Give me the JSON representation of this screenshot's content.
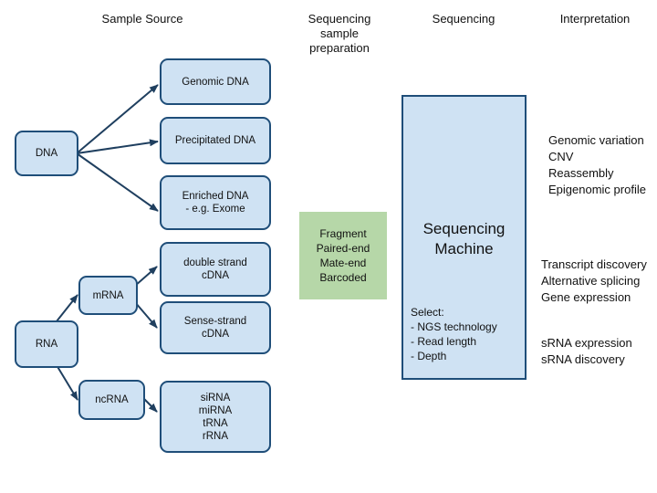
{
  "headers": {
    "sample_source": "Sample Source",
    "prep": "Sequencing\nsample\npreparation",
    "sequencing": "Sequencing",
    "interpretation": "Interpretation"
  },
  "nodes": {
    "dna": "DNA",
    "genomic_dna": "Genomic DNA",
    "precipitated_dna": "Precipitated DNA",
    "enriched_dna": "Enriched DNA\n- e.g. Exome",
    "rna": "RNA",
    "mrna": "mRNA",
    "ncrna": "ncRNA",
    "double_strand": "double strand\ncDNA",
    "sense_strand": "Sense-strand\ncDNA",
    "small_rnas": "siRNA\nmiRNA\ntRNA\nrRNA"
  },
  "prep_box": "Fragment\nPaired-end\nMate-end\nBarcoded",
  "machine": {
    "title": "Sequencing\nMachine",
    "select": "Select:\n- NGS technology\n- Read length\n- Depth"
  },
  "interpretation": {
    "dna_group": "Genomic variation\nCNV\nReassembly\nEpigenomic profile",
    "mrna_group": "Transcript discovery\nAlternative splicing\nGene expression",
    "srna_group": "sRNA expression\nsRNA discovery"
  },
  "colors": {
    "box_fill": "#cfe2f3",
    "box_border": "#1f4e79",
    "prep_fill": "#b6d7a8",
    "arrow": "#1f3f5f"
  }
}
